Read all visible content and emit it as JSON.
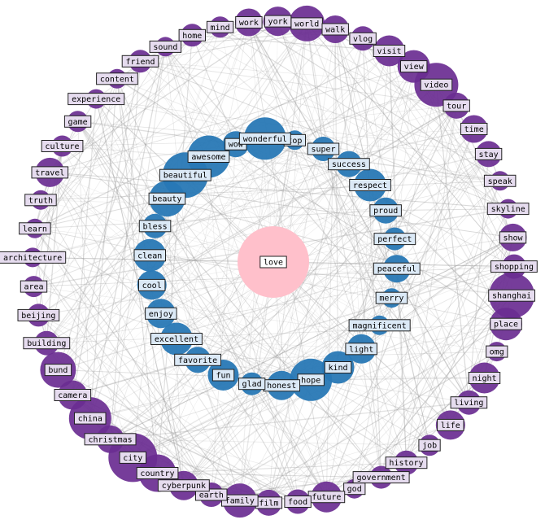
{
  "colors": {
    "edge": "#9a9a9a",
    "outer_node": "#6a2c91",
    "inner_node": "#2878b5",
    "center_node": "#ffc0cb",
    "outer_label_fill": "#e6dcef",
    "inner_label_fill": "#dbe9f6",
    "center_label_fill": "#ffffff",
    "label_border": "#222222"
  },
  "center": {
    "label": "love",
    "size": 44
  },
  "inner": [
    {
      "label": "top",
      "size": 12
    },
    {
      "label": "super",
      "size": 15
    },
    {
      "label": "success",
      "size": 16
    },
    {
      "label": "respect",
      "size": 20
    },
    {
      "label": "proud",
      "size": 16
    },
    {
      "label": "perfect",
      "size": 14
    },
    {
      "label": "peaceful",
      "size": 17
    },
    {
      "label": "merry",
      "size": 12
    },
    {
      "label": "magnificent",
      "size": 12
    },
    {
      "label": "light",
      "size": 18
    },
    {
      "label": "kind",
      "size": 20
    },
    {
      "label": "hope",
      "size": 26
    },
    {
      "label": "honest",
      "size": 18
    },
    {
      "label": "glad",
      "size": 14
    },
    {
      "label": "fun",
      "size": 19
    },
    {
      "label": "favorite",
      "size": 16
    },
    {
      "label": "excellent",
      "size": 20
    },
    {
      "label": "enjoy",
      "size": 18
    },
    {
      "label": "cool",
      "size": 18
    },
    {
      "label": "clean",
      "size": 20
    },
    {
      "label": "bless",
      "size": 15
    },
    {
      "label": "beauty",
      "size": 22
    },
    {
      "label": "beautiful",
      "size": 28
    },
    {
      "label": "awesome",
      "size": 26
    },
    {
      "label": "wow",
      "size": 16
    },
    {
      "label": "wonderful",
      "size": 26
    }
  ],
  "outer": [
    {
      "label": "world",
      "size": 22
    },
    {
      "label": "walk",
      "size": 17
    },
    {
      "label": "vlog",
      "size": 15
    },
    {
      "label": "visit",
      "size": 19
    },
    {
      "label": "view",
      "size": 20
    },
    {
      "label": "video",
      "size": 27
    },
    {
      "label": "tour",
      "size": 16
    },
    {
      "label": "time",
      "size": 17
    },
    {
      "label": "stay",
      "size": 16
    },
    {
      "label": "speak",
      "size": 12
    },
    {
      "label": "skyline",
      "size": 12
    },
    {
      "label": "show",
      "size": 17
    },
    {
      "label": "shopping",
      "size": 15
    },
    {
      "label": "shanghai",
      "size": 28
    },
    {
      "label": "place",
      "size": 20
    },
    {
      "label": "omg",
      "size": 12
    },
    {
      "label": "night",
      "size": 19
    },
    {
      "label": "living",
      "size": 15
    },
    {
      "label": "life",
      "size": 18
    },
    {
      "label": "job",
      "size": 13
    },
    {
      "label": "history",
      "size": 15
    },
    {
      "label": "government",
      "size": 14
    },
    {
      "label": "god",
      "size": 12
    },
    {
      "label": "future",
      "size": 19
    },
    {
      "label": "food",
      "size": 15
    },
    {
      "label": "film",
      "size": 16
    },
    {
      "label": "family",
      "size": 21
    },
    {
      "label": "earth",
      "size": 15
    },
    {
      "label": "cyberpunk",
      "size": 18
    },
    {
      "label": "country",
      "size": 23
    },
    {
      "label": "city",
      "size": 30
    },
    {
      "label": "christmas",
      "size": 17
    },
    {
      "label": "china",
      "size": 26
    },
    {
      "label": "camera",
      "size": 18
    },
    {
      "label": "bund",
      "size": 22
    },
    {
      "label": "building",
      "size": 15
    },
    {
      "label": "beijing",
      "size": 14
    },
    {
      "label": "area",
      "size": 13
    },
    {
      "label": "architecture",
      "size": 12
    },
    {
      "label": "learn",
      "size": 12
    },
    {
      "label": "truth",
      "size": 12
    },
    {
      "label": "travel",
      "size": 18
    },
    {
      "label": "culture",
      "size": 13
    },
    {
      "label": "game",
      "size": 13
    },
    {
      "label": "experience",
      "size": 12
    },
    {
      "label": "content",
      "size": 12
    },
    {
      "label": "friend",
      "size": 14
    },
    {
      "label": "sound",
      "size": 12
    },
    {
      "label": "home",
      "size": 14
    },
    {
      "label": "mind",
      "size": 13
    },
    {
      "label": "work",
      "size": 17
    },
    {
      "label": "york",
      "size": 18
    }
  ]
}
